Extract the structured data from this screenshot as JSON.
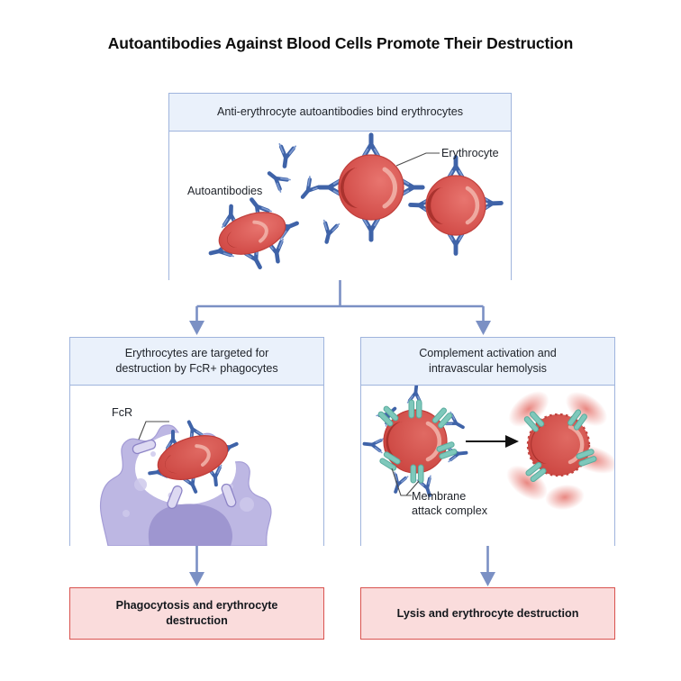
{
  "title": "Autoantibodies Against Blood Cells Promote Their Destruction",
  "colors": {
    "connector": "#7b90c4",
    "panel_border": "#9fb4dd",
    "panel_header_bg": "#eaf1fb",
    "result_bg": "#fadcdc",
    "result_border": "#d9534f",
    "erythrocyte": "#d9544f",
    "erythrocyte_dark": "#a8302c",
    "antibody": "#4a6fb5",
    "phagocyte": "#b9b3e0",
    "phagocyte_nucleus": "#9c94cf",
    "mac": "#6fc0b4",
    "text": "#20242b"
  },
  "panels": {
    "top": {
      "header": "Anti-erythrocyte autoantibodies bind erythrocytes",
      "labels": {
        "autoantibodies": "Autoantibodies",
        "erythrocyte": "Erythrocyte"
      }
    },
    "left": {
      "header_line1": "Erythrocytes are targeted for",
      "header_line2": "destruction by FcR+ phagocytes",
      "labels": {
        "fcr": "FcR"
      }
    },
    "right": {
      "header_line1": "Complement activation and",
      "header_line2": "intravascular hemolysis",
      "labels": {
        "mac_line1": "Membrane",
        "mac_line2": "attack complex"
      }
    }
  },
  "results": {
    "left_line1": "Phagocytosis and erythrocyte",
    "left_line2": "destruction",
    "right": "Lysis and erythrocyte destruction"
  }
}
